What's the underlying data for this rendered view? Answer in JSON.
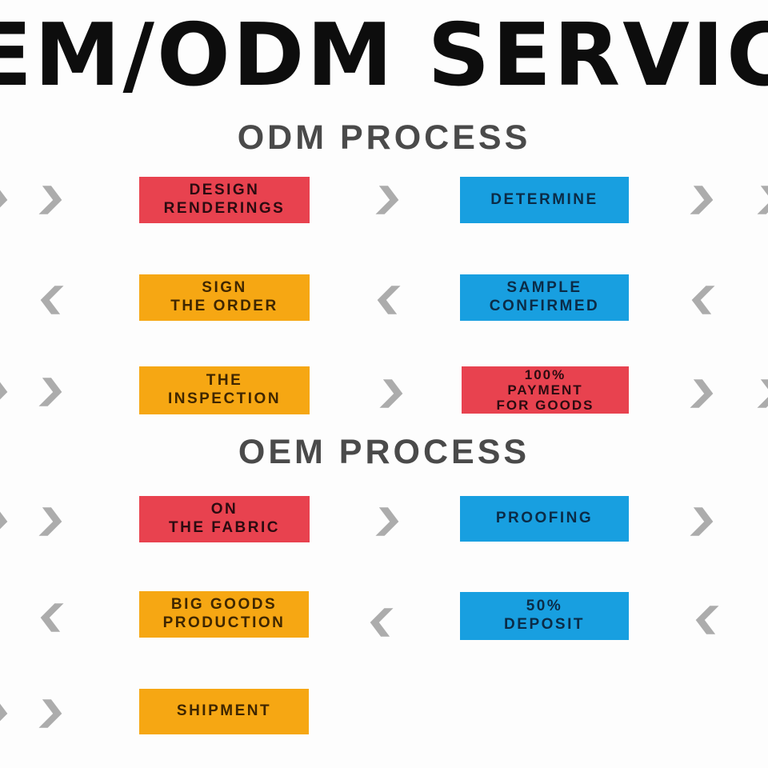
{
  "title": "OEM/ODM SERVICE",
  "colors": {
    "box_red": "#e8424f",
    "box_orange": "#f6a713",
    "box_blue": "#189fe0",
    "box_red_text": "#2b0b10",
    "box_orange_text": "#3f2600",
    "box_blue_text": "#0b2b46",
    "arrow_gray": "#acacac",
    "heading_gray": "#4a4a4a",
    "title_black": "#0d0d0d",
    "background": "#fdfdfd"
  },
  "icons": {
    "forward": "chevron-right-icon",
    "backward": "chevron-left-icon"
  },
  "sections": [
    {
      "heading": "ODM PROCESS",
      "rows": [
        {
          "direction": "right",
          "boxes": [
            {
              "label": "DESIGN\nRENDERINGS",
              "color": "red"
            },
            {
              "label": "DETERMINE",
              "color": "blue"
            }
          ]
        },
        {
          "direction": "left",
          "boxes": [
            {
              "label": "SIGN\nTHE ORDER",
              "color": "orange"
            },
            {
              "label": "SAMPLE\nCONFIRMED",
              "color": "blue"
            }
          ]
        },
        {
          "direction": "right",
          "boxes": [
            {
              "label": "THE\nINSPECTION",
              "color": "orange"
            },
            {
              "label": "100%\nPAYMENT\nFOR GOODS",
              "color": "red"
            }
          ]
        }
      ]
    },
    {
      "heading": "OEM PROCESS",
      "rows": [
        {
          "direction": "right",
          "boxes": [
            {
              "label": "ON\nTHE FABRIC",
              "color": "red"
            },
            {
              "label": "PROOFING",
              "color": "blue"
            }
          ]
        },
        {
          "direction": "left",
          "boxes": [
            {
              "label": "BIG GOODS\nPRODUCTION",
              "color": "orange"
            },
            {
              "label": "50%\nDEPOSIT",
              "color": "blue"
            }
          ]
        },
        {
          "direction": "right",
          "boxes": [
            {
              "label": "SHIPMENT",
              "color": "orange"
            }
          ]
        }
      ]
    }
  ]
}
